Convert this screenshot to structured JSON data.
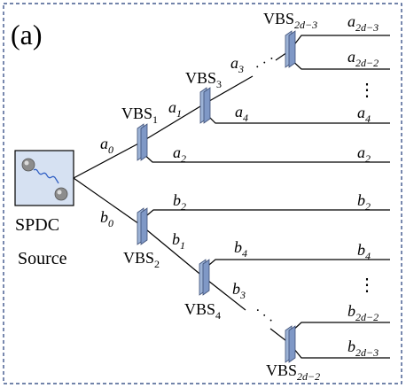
{
  "panel_label": "(a)",
  "source": {
    "label_line1": "SPDC",
    "label_line2": "Source"
  },
  "colors": {
    "frame": "#1f3a78",
    "source_bg": "#d6e1f2",
    "vbs_fill": "#9db3d6",
    "photon_wave": "#2f5ec4"
  },
  "splitters": {
    "vbs1": {
      "base": "VBS",
      "sub": "1"
    },
    "vbs2": {
      "base": "VBS",
      "sub": "2"
    },
    "vbs3": {
      "base": "VBS",
      "sub": "3"
    },
    "vbs4": {
      "base": "VBS",
      "sub": "4"
    },
    "vbs2d3": {
      "base": "VBS",
      "sub": "2d−3"
    },
    "vbs2d2": {
      "base": "VBS",
      "sub": "2d−2"
    }
  },
  "modes": {
    "a0": {
      "base": "a",
      "sub": "0"
    },
    "a1": {
      "base": "a",
      "sub": "1"
    },
    "a2": {
      "base": "a",
      "sub": "2"
    },
    "a3": {
      "base": "a",
      "sub": "3"
    },
    "a4": {
      "base": "a",
      "sub": "4"
    },
    "a2d3": {
      "base": "a",
      "sub": "2d−3"
    },
    "a2d2": {
      "base": "a",
      "sub": "2d−2"
    },
    "b0": {
      "base": "b",
      "sub": "0"
    },
    "b1": {
      "base": "b",
      "sub": "1"
    },
    "b2": {
      "base": "b",
      "sub": "2"
    },
    "b3": {
      "base": "b",
      "sub": "3"
    },
    "b4": {
      "base": "b",
      "sub": "4"
    },
    "b2d2": {
      "base": "b",
      "sub": "2d−2"
    },
    "b2d3": {
      "base": "b",
      "sub": "2d−3"
    }
  },
  "ellipsis_dots": "· · ·",
  "vertical_dots": "⋮"
}
